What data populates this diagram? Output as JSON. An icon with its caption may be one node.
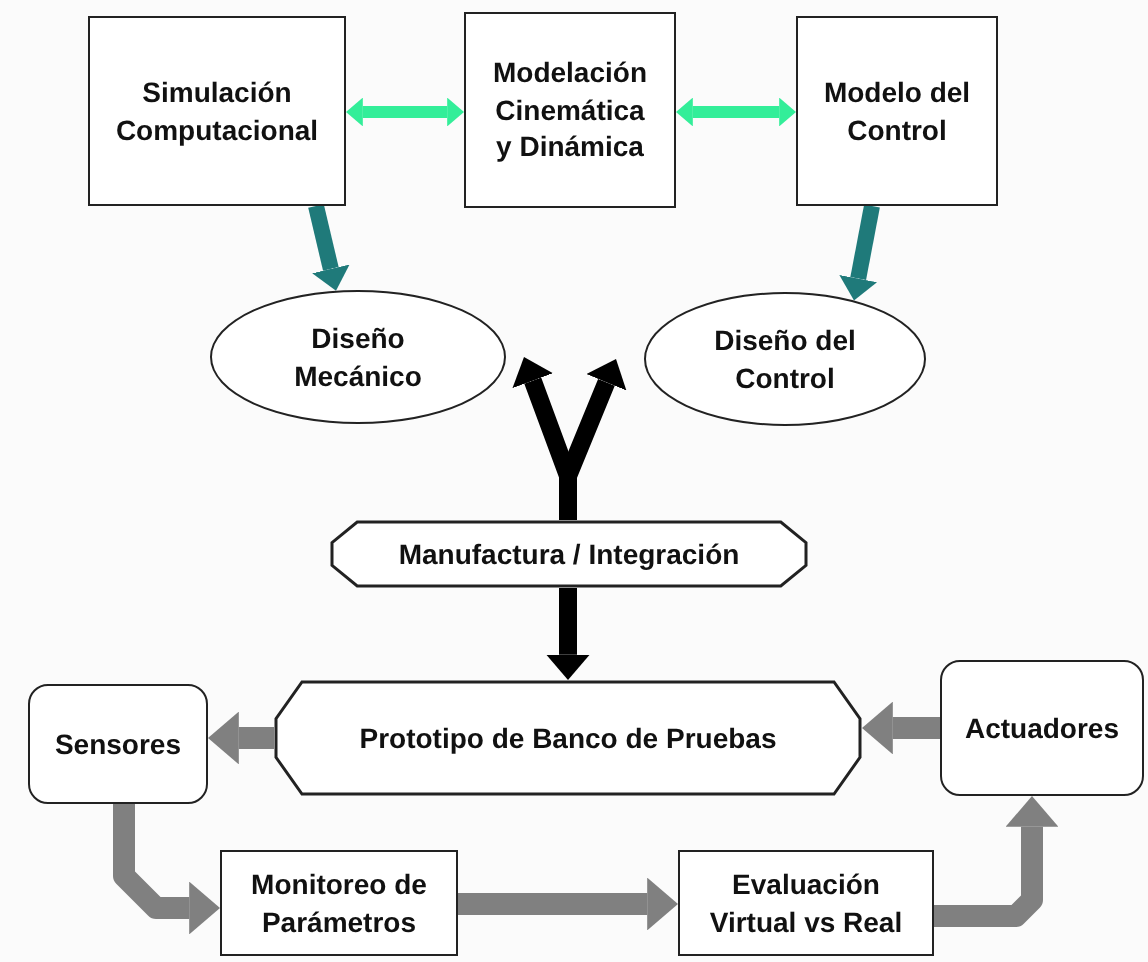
{
  "diagram": {
    "nodes": [
      {
        "text": [
          "Simulación Computacional"
        ]
      },
      {
        "text": [
          "Modelación Cinemática y Dinámica"
        ]
      },
      {
        "text": [
          "Modelo del Control"
        ]
      },
      {
        "text": [
          "Diseño Mecánico"
        ]
      },
      {
        "text": [
          "Diseño del Control"
        ]
      },
      {
        "text": [
          "Manufactura / Integración"
        ]
      },
      {
        "text": [
          "Prototipo de Banco de Pruebas"
        ]
      },
      {
        "text": [
          "Sensores"
        ]
      },
      {
        "text": [
          "Actuadores"
        ]
      },
      {
        "text": [
          "Monitoreo de Parámetros"
        ]
      },
      {
        "text": [
          "Evaluación Virtual vs Real"
        ]
      }
    ],
    "edges": [
      {
        "from": 0,
        "to": 1,
        "arrow": "both",
        "color": "#33ee99"
      },
      {
        "from": 1,
        "to": 2,
        "arrow": "both",
        "color": "#33ee99"
      },
      {
        "from": 0,
        "to": 3,
        "arrow": "to",
        "color": "#1f7a7a"
      },
      {
        "from": 2,
        "to": 4,
        "arrow": "to",
        "color": "#1f7a7a"
      },
      {
        "from": 5,
        "to": 3,
        "arrow": "to",
        "color": "#000000"
      },
      {
        "from": 5,
        "to": 4,
        "arrow": "to",
        "color": "#000000"
      },
      {
        "from": 5,
        "to": 6,
        "arrow": "to",
        "color": "#000000"
      },
      {
        "from": 6,
        "to": 7,
        "arrow": "to"
      },
      {
        "from": 8,
        "to": 6,
        "arrow": "to"
      },
      {
        "from": 7,
        "to": 9,
        "arrow": "to"
      },
      {
        "from": 9,
        "to": 10,
        "arrow": "to"
      },
      {
        "from": 10,
        "to": 8,
        "arrow": "to"
      }
    ]
  }
}
